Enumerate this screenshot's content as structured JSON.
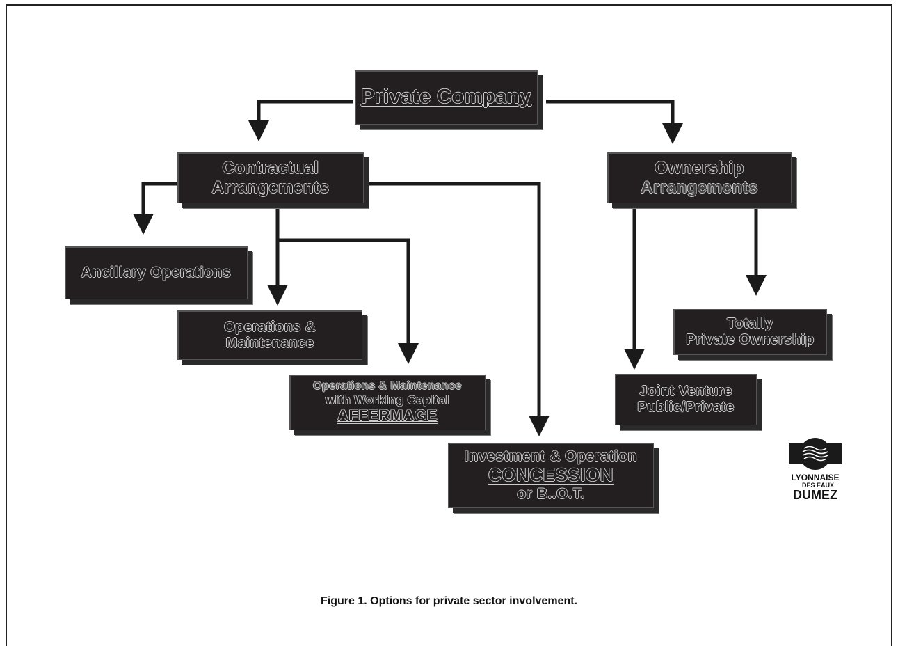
{
  "nodes": {
    "private_company": "Private Company",
    "contractual_line1": "Contractual",
    "contractual_line2": "Arrangements",
    "ownership_line1": "Ownership",
    "ownership_line2": "Arrangements",
    "ancillary": "Ancillary Operations",
    "om_line1": "Operations &",
    "om_line2": "Maintenance",
    "affermage_line1": "Operations & Maintenance",
    "affermage_line2": "with Working Capital",
    "affermage_line3": "AFFERMAGE",
    "concession_line1": "Investment & Operation",
    "concession_line2": "CONCESSION",
    "concession_line3": "or B..O.T.",
    "joint_line1": "Joint Venture",
    "joint_line2": "Public/Private",
    "totally_line1": "Totally",
    "totally_line2": "Private Ownership"
  },
  "logo": {
    "line1": "LYONNAISE",
    "line2": "DES EAUX",
    "line3": "DUMEZ"
  },
  "caption": "Figure 1. Options for private sector involvement.",
  "colors": {
    "box_fill": "#231f20",
    "box_text": "#e8e8e8",
    "arrow": "#1a1a1a"
  }
}
